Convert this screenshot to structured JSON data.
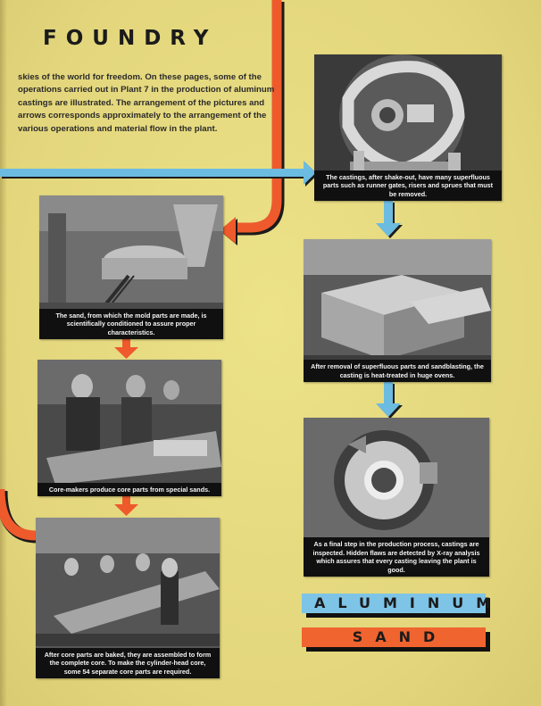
{
  "page": {
    "title": "FOUNDRY",
    "intro": "skies of the world for freedom. On these pages, some of the operations carried out in Plant 7 in the production of aluminum castings are illustrated. The arrangement of the pictures and arrows corresponds approximately to the arrangement of the various operations and material flow in the plant."
  },
  "photos": [
    {
      "id": "castings-shakeout",
      "caption": "The castings, after shake-out, have many superfluous parts such as runner gates, risers and sprues that must be removed."
    },
    {
      "id": "sand-conditioning",
      "caption": "The sand, from which the mold parts are made, is scientifically conditioned to assure proper characteristics."
    },
    {
      "id": "heat-treat-ovens",
      "caption": "After removal of superfluous parts and sandblasting, the casting is heat-treated in huge ovens."
    },
    {
      "id": "core-makers",
      "caption": "Core-makers produce core parts from special sands."
    },
    {
      "id": "inspection",
      "caption": "As a final step in the production process, castings are inspected. Hidden flaws are detected by X-ray analysis which assures that every casting leaving the plant is good."
    },
    {
      "id": "core-assembly",
      "caption": "After core parts are baked, they are assembled to form the complete core. To make the cylinder-head core, some 54 separate core parts are required."
    }
  ],
  "banners": {
    "aluminum": "ALUMINUM",
    "sand": "SAND"
  },
  "colors": {
    "background": "#e6dc84",
    "orange_arrow": "#ee5a2b",
    "blue_arrow": "#6cbbe0",
    "aluminum_banner": "#7ec4e6",
    "sand_banner": "#f0642f"
  }
}
